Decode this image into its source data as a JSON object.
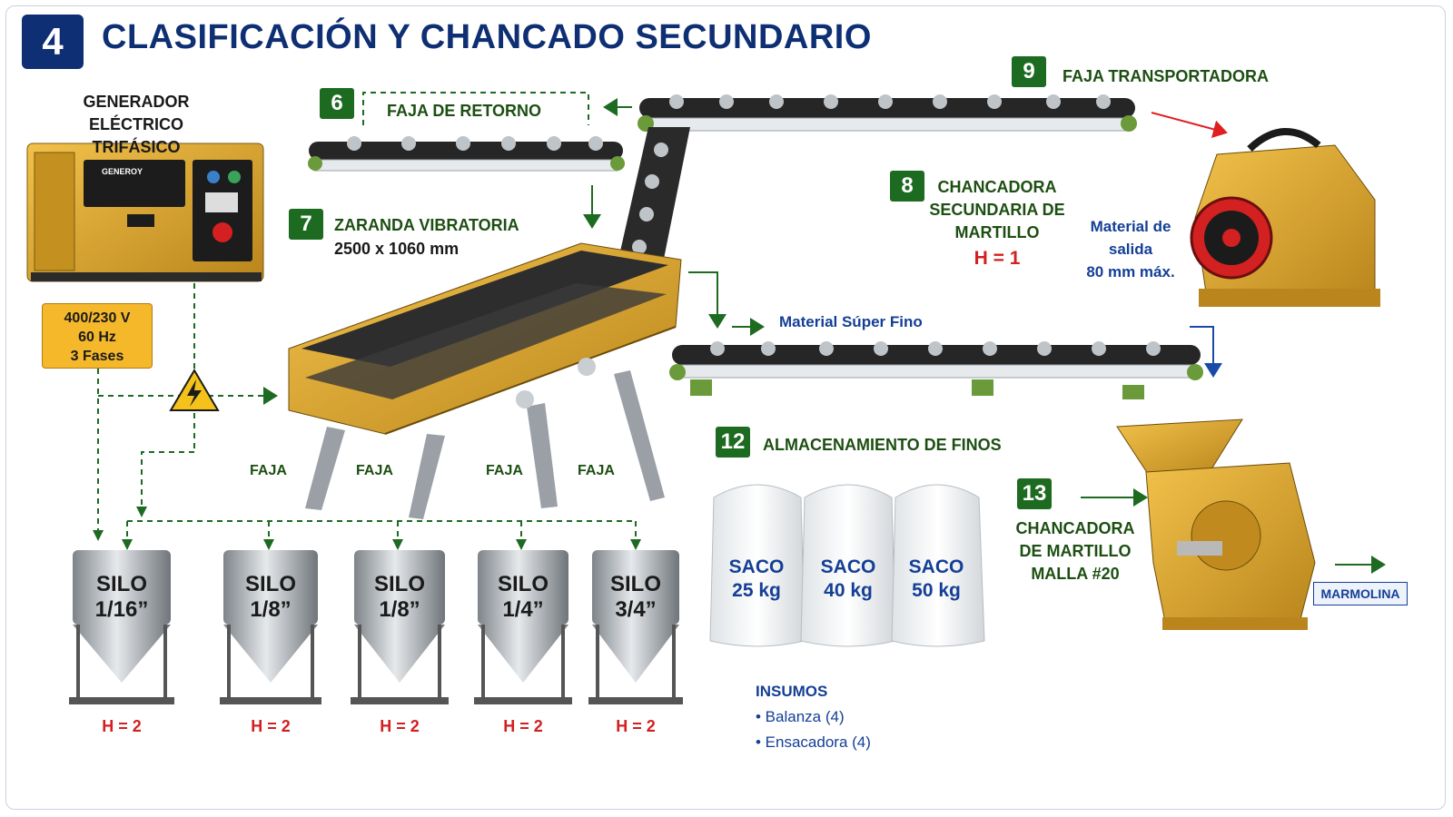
{
  "header": {
    "step_number": "4",
    "title": "CLASIFICACIÓN Y CHANCADO SECUNDARIO"
  },
  "generator": {
    "title_line1": "GENERADOR",
    "title_line2": "ELÉCTRICO TRIFÁSICO",
    "brand": "GENEROY",
    "spec_voltage": "400/230 V",
    "spec_freq": "60 Hz",
    "spec_phases": "3 Fases"
  },
  "steps": {
    "s6": {
      "number": "6",
      "label": "FAJA DE RETORNO"
    },
    "s7": {
      "number": "7",
      "label": "ZARANDA VIBRATORIA",
      "size": "2500 x 1060 mm"
    },
    "s8": {
      "number": "8",
      "line1": "CHANCADORA",
      "line2": "SECUNDARIA DE",
      "line3": "MARTILLO",
      "height": "H = 1"
    },
    "s9": {
      "number": "9",
      "label": "FAJA TRANSPORTADORA"
    },
    "s12": {
      "number": "12",
      "label": "ALMACENAMIENTO DE FINOS"
    },
    "s13": {
      "number": "13",
      "line1": "CHANCADORA",
      "line2": "DE MARTILLO",
      "line3": "MALLA #20"
    }
  },
  "output_material": {
    "line1": "Material de",
    "line2": "salida",
    "line3": "80 mm máx."
  },
  "super_fine": "Material Súper Fino",
  "faja_labels": [
    "FAJA",
    "FAJA",
    "FAJA",
    "FAJA"
  ],
  "silos": [
    {
      "name": "SILO",
      "size": "1/16”",
      "height": "H = 2"
    },
    {
      "name": "SILO",
      "size": "1/8”",
      "height": "H = 2"
    },
    {
      "name": "SILO",
      "size": "1/8”",
      "height": "H = 2"
    },
    {
      "name": "SILO",
      "size": "1/4”",
      "height": "H = 2"
    },
    {
      "name": "SILO",
      "size": "3/4”",
      "height": "H = 2"
    }
  ],
  "sacks": [
    {
      "name": "SACO",
      "weight": "25 kg"
    },
    {
      "name": "SACO",
      "weight": "40 kg"
    },
    {
      "name": "SACO",
      "weight": "50 kg"
    }
  ],
  "insumos": {
    "title": "INSUMOS",
    "items": [
      "• Balanza (4)",
      "• Ensacadora (4)"
    ]
  },
  "marmolina": "MARMOLINA",
  "colors": {
    "navy": "#0e2f73",
    "green": "#1d6a21",
    "red": "#d31f1f",
    "blue": "#143f96",
    "yellow": "#f4b82a",
    "machine": "#d9a12a"
  }
}
